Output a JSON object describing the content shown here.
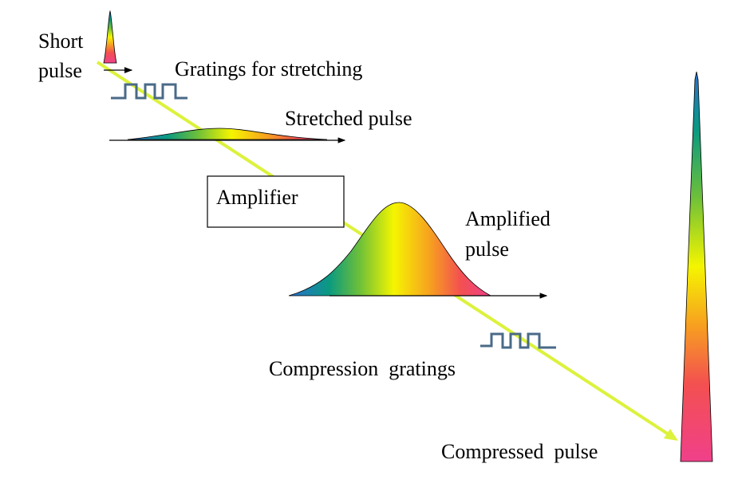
{
  "labels": {
    "short_pulse_line1": "Short",
    "short_pulse_line2": "pulse",
    "gratings_stretching": "Gratings for stretching",
    "stretched_pulse": "Stretched pulse",
    "amplifier": "Amplifier",
    "amplified_pulse_line1": "Amplified",
    "amplified_pulse_line2": "pulse",
    "compression_gratings": "Compression  gratings",
    "compressed_pulse": "Compressed  pulse"
  },
  "colors": {
    "beam": "#dcf23c",
    "grating": "#4a6a88",
    "spectrum": [
      "#2a6fd0",
      "#0a9a80",
      "#6cbf3a",
      "#f5f500",
      "#f7a020",
      "#f35050",
      "#f0408a"
    ]
  }
}
